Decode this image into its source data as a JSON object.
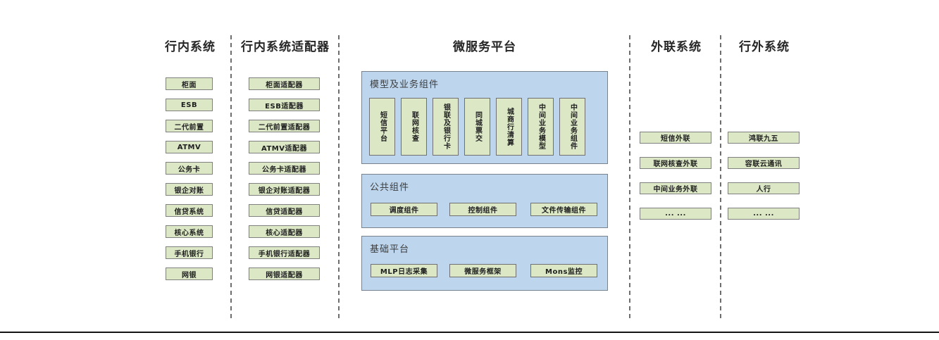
{
  "palette": {
    "box_green": "#dbe7c5",
    "box_green_border": "#7f7f7f",
    "panel_blue": "#bdd6ee",
    "panel_blue_border": "#78828c",
    "separator_gray": "#6e6e6e",
    "text_dark": "#262626"
  },
  "columns": {
    "inbank": {
      "title": "行内系统",
      "items": [
        "柜面",
        "ESB",
        "二代前置",
        "ATMV",
        "公务卡",
        "银企对账",
        "信贷系统",
        "核心系统",
        "手机银行",
        "网银"
      ]
    },
    "adapters": {
      "title": "行内系统适配器",
      "items": [
        "柜面适配器",
        "ESB适配器",
        "二代前置适配器",
        "ATMV适配器",
        "公务卡适配器",
        "银企对账适配器",
        "信贷适配器",
        "核心适配器",
        "手机银行适配器",
        "网银适配器"
      ]
    },
    "platform": {
      "title": "微服务平台",
      "sections": [
        {
          "label": "模型及业务组件",
          "items": [
            "短信平台",
            "联网核查",
            "银联及银行卡",
            "同城票交",
            "城商行清算",
            "中间业务模型",
            "中间业务组件"
          ]
        },
        {
          "label": "公共组件",
          "items": [
            "调度组件",
            "控制组件",
            "文件传输组件"
          ]
        },
        {
          "label": "基础平台",
          "items": [
            "MLP日志采集",
            "微服务框架",
            "Mons监控"
          ]
        }
      ]
    },
    "outreach": {
      "title": "外联系统",
      "items": [
        "短信外联",
        "联网核查外联",
        "中间业务外联",
        "... ..."
      ]
    },
    "external": {
      "title": "行外系统",
      "items": [
        "鸿联九五",
        "容联云通讯",
        "人行",
        "... ..."
      ]
    }
  }
}
